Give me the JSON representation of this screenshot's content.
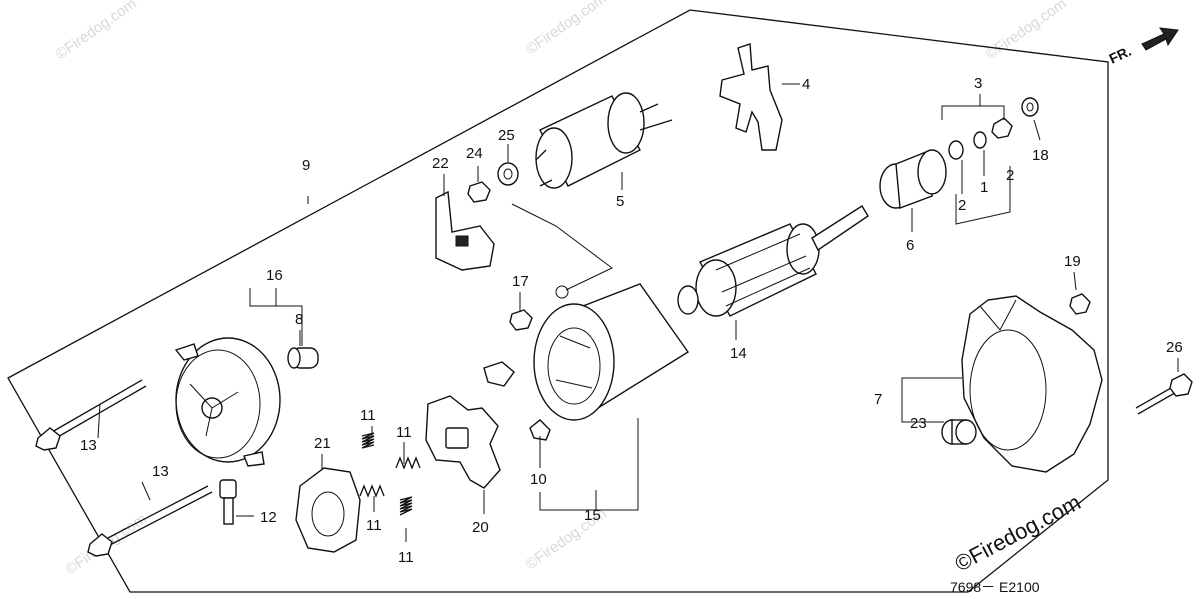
{
  "labels": {
    "l1": "1",
    "l2a": "2",
    "l2b": "2",
    "l3": "3",
    "l4": "4",
    "l5": "5",
    "l6": "6",
    "l7": "7",
    "l8": "8",
    "l9": "9",
    "l10": "10",
    "l11a": "11",
    "l11b": "11",
    "l11c": "11",
    "l11d": "11",
    "l12": "12",
    "l13a": "13",
    "l13b": "13",
    "l14": "14",
    "l15": "15",
    "l16": "16",
    "l17": "17",
    "l18": "18",
    "l19": "19",
    "l20": "20",
    "l21": "21",
    "l22": "22",
    "l23": "23",
    "l24": "24",
    "l25": "25",
    "l26": "26"
  },
  "direction_label": "FR.",
  "copyright": "©Firedog.com",
  "diagram_code": "7698－ E2100",
  "watermark_text": "©Firedog.com"
}
